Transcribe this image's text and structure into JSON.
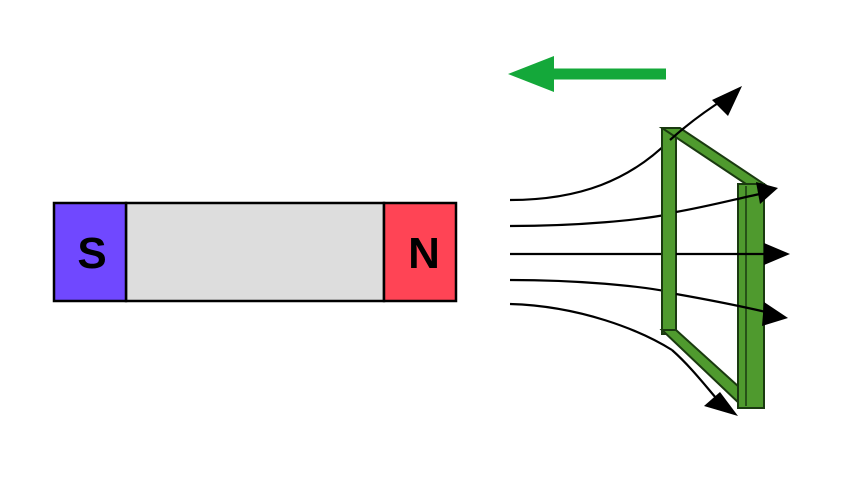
{
  "magnet": {
    "south_label": "S",
    "north_label": "N",
    "south_color": "#7048ff",
    "north_color": "#ff4455",
    "body_color": "#dddddd"
  },
  "loop": {
    "color": "#4f9a2e",
    "dark_edge": "#1a3a10"
  },
  "motion_arrow": {
    "direction": "left",
    "color": "#14a83a"
  },
  "field_lines": {
    "count": 5,
    "color": "#000000"
  }
}
